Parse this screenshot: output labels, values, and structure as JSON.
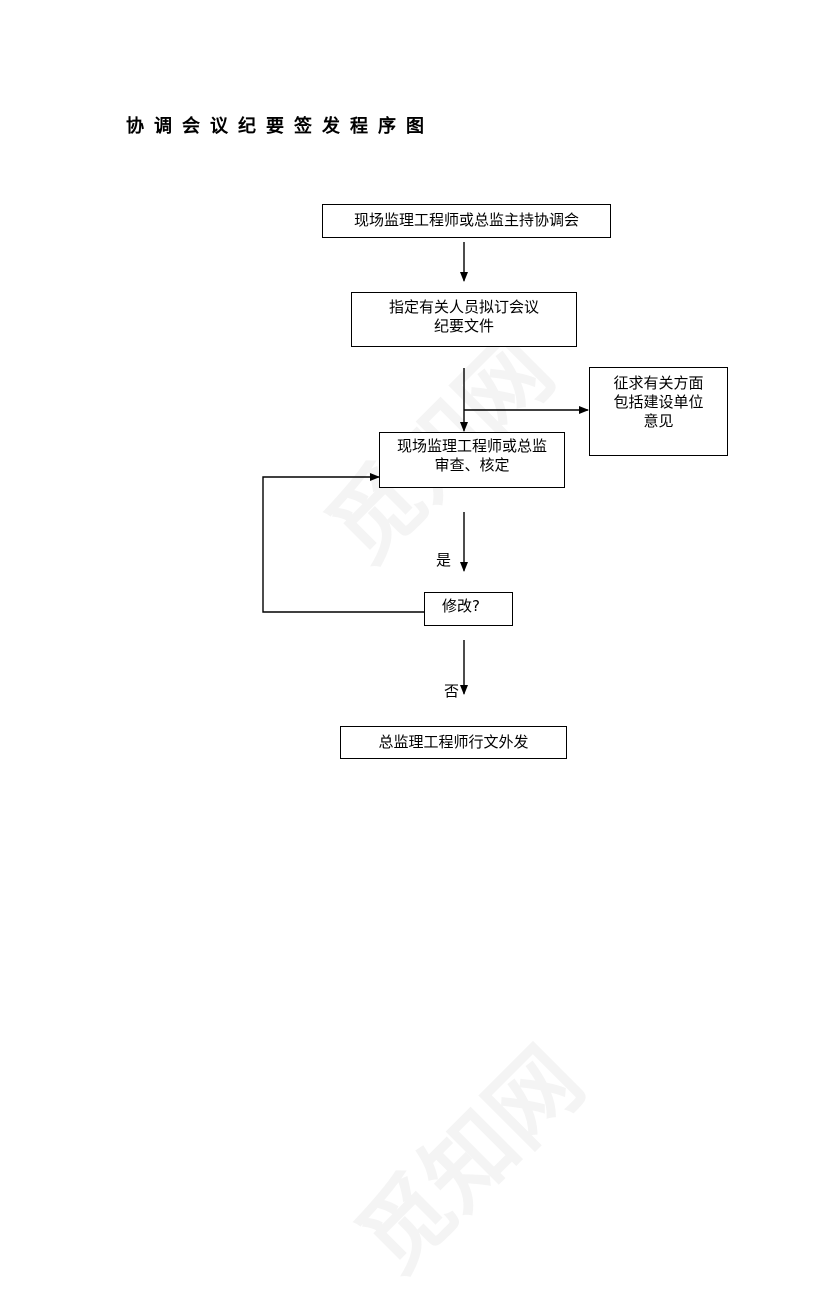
{
  "title": "协调会议纪要签发程序图",
  "nodes": {
    "host_meeting": "现场监理工程师或总监主持协调会",
    "draft_minutes": "指定有关人员拟订会议\n纪要文件",
    "solicit_opinions": "征求有关方面\n包括建设单位\n意见",
    "review": "现场监理工程师或总监\n审查、核定",
    "modify_decision": "修改?",
    "issue": "总监理工程师行文外发"
  },
  "labels": {
    "yes": "是",
    "no": "否"
  },
  "watermark": "觅知网",
  "colors": {
    "line": "#000000",
    "box_border": "#000000",
    "background": "#ffffff"
  }
}
